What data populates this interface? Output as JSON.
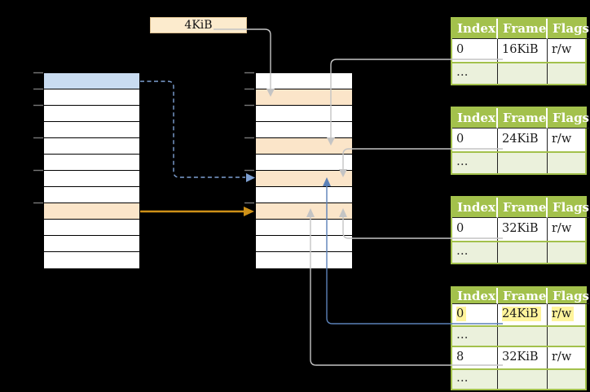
{
  "page_size_label": "4KiB",
  "colors": {
    "green": "#A3C14C",
    "green-light": "#EBF1DC",
    "peach": "#FBE5C9",
    "blue-row": "#C9DCF1",
    "cream": "#FCEBCD",
    "cream-border": "#DBBE8E",
    "gray": "#C4C4C4",
    "tick": "#777777",
    "blue-line": "#5B81B8",
    "blue-dash": "#7EA0D2",
    "orange-arrow": "#CE9118",
    "yellow-hl": "#FFF49C"
  },
  "virtual_memory": {
    "row_count": 12,
    "row_name": "virtual-page",
    "shaded_rows": {
      "1": "blue",
      "9": "orange"
    }
  },
  "physical_memory": {
    "row_count": 12,
    "row_name": "physical-frame",
    "shaded_rows": {
      "2": "orange",
      "5": "orange",
      "7": "orange",
      "9": "orange"
    }
  },
  "page_tables": [
    {
      "headers": [
        "Index",
        "Frame",
        "Flags"
      ],
      "rows": [
        {
          "cells": [
            "0",
            "16KiB",
            "r/w"
          ]
        },
        {
          "cells": [
            "…",
            "",
            ""
          ],
          "dots": true
        }
      ]
    },
    {
      "headers": [
        "Index",
        "Frame",
        "Flags"
      ],
      "rows": [
        {
          "cells": [
            "0",
            "24KiB",
            "r/w"
          ]
        },
        {
          "cells": [
            "…",
            "",
            ""
          ],
          "dots": true
        }
      ]
    },
    {
      "headers": [
        "Index",
        "Frame",
        "Flags"
      ],
      "rows": [
        {
          "cells": [
            "0",
            "32KiB",
            "r/w"
          ]
        },
        {
          "cells": [
            "…",
            "",
            ""
          ],
          "dots": true
        }
      ]
    },
    {
      "headers": [
        "Index",
        "Frame",
        "Flags"
      ],
      "rows": [
        {
          "cells": [
            "0",
            "24KiB",
            "r/w"
          ],
          "highlight": true
        },
        {
          "cells": [
            "…",
            "",
            ""
          ],
          "dots": true
        },
        {
          "cells": [
            "8",
            "32KiB",
            "r/w"
          ]
        },
        {
          "cells": [
            "…",
            "",
            ""
          ],
          "dots": true
        }
      ]
    }
  ],
  "connections": [
    {
      "from": "size-label-4KiB",
      "to": "physical-frame-2",
      "style": "solid",
      "color_ref": "gray"
    },
    {
      "from": "page-table-1-frame-16KiB",
      "to": "physical-frame-5",
      "style": "solid",
      "color_ref": "gray"
    },
    {
      "from": "page-table-2-frame-24KiB",
      "to": "physical-frame-7",
      "style": "solid",
      "color_ref": "gray"
    },
    {
      "from": "page-table-3-frame-32KiB",
      "to": "physical-frame-9",
      "style": "solid",
      "color_ref": "gray"
    },
    {
      "from": "page-table-4-frame-24KiB",
      "to": "physical-frame-7",
      "style": "solid",
      "color_ref": "blue-line"
    },
    {
      "from": "page-table-4-frame-32KiB",
      "to": "physical-frame-9",
      "style": "solid",
      "color_ref": "gray"
    },
    {
      "from": "virtual-page-1",
      "to": "physical-frame-7",
      "style": "dashed",
      "color_ref": "blue-dash"
    },
    {
      "from": "virtual-page-9",
      "to": "physical-frame-9",
      "style": "solid",
      "color_ref": "orange-arrow"
    }
  ]
}
